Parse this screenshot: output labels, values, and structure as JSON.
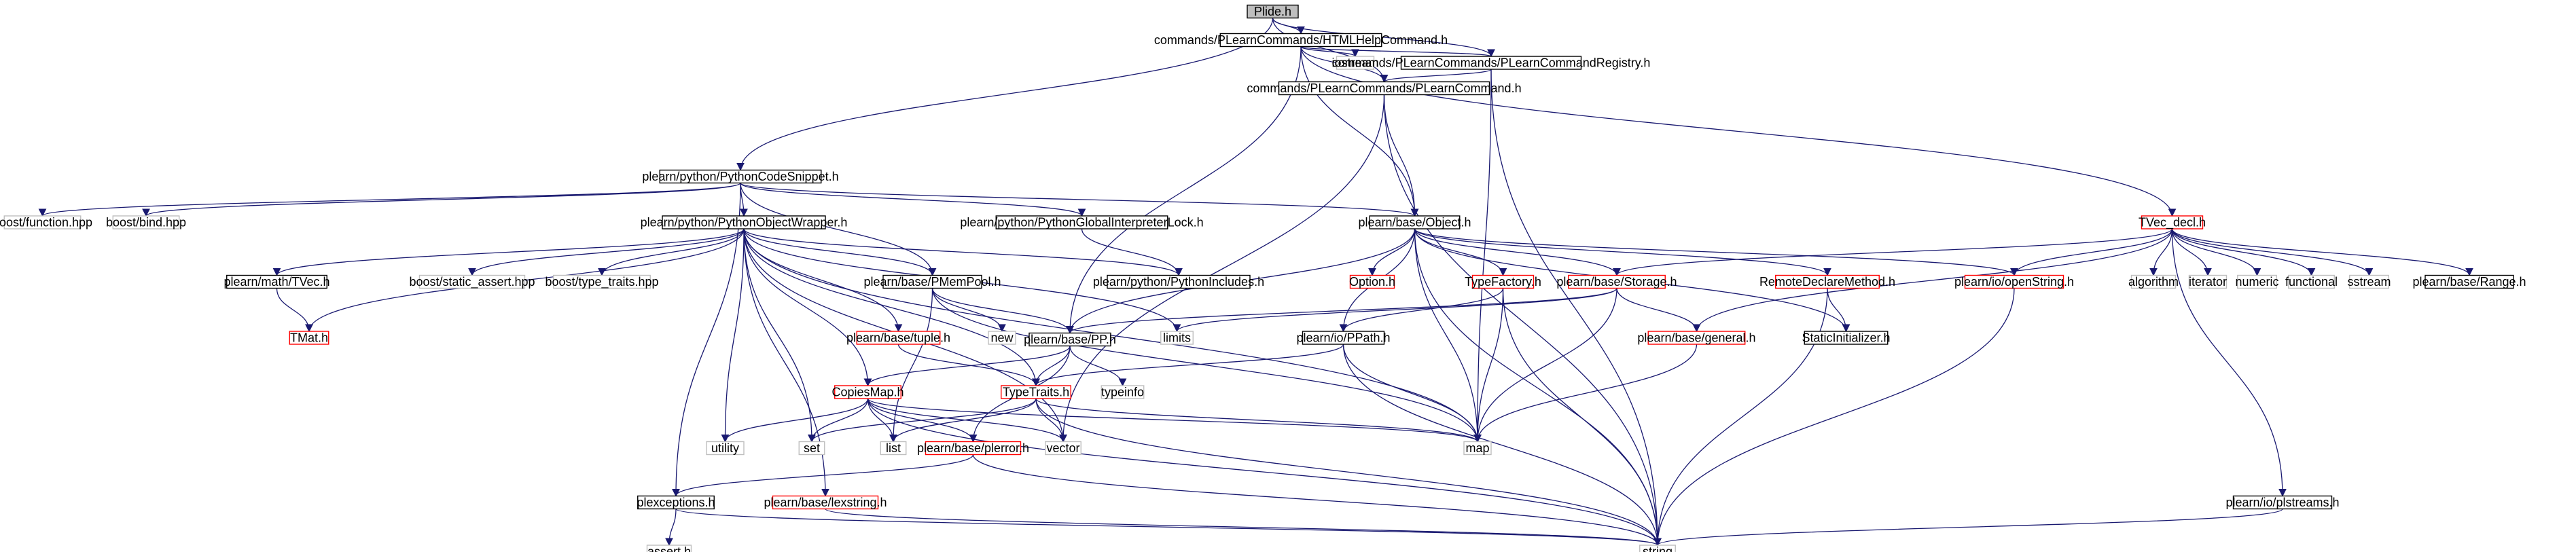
{
  "colors": {
    "edge": "#191970",
    "border_black": "#000000",
    "border_red": "#ff0000",
    "border_grey": "#bfbfbf",
    "root_fill": "#bfbfbf"
  },
  "nodes": [
    {
      "id": "plide",
      "label": "Plide.h",
      "style": "root"
    },
    {
      "id": "htmlhelp",
      "label": "commands/PLearnCommands/HTMLHelpCommand.h",
      "style": "black"
    },
    {
      "id": "pythoncodesnippet",
      "label": "plearn/python/PythonCodeSnippet.h",
      "style": "black"
    },
    {
      "id": "iostream",
      "label": "iostream",
      "style": "grey"
    },
    {
      "id": "cmdregistry",
      "label": "commands/PLearnCommands/PLearnCommandRegistry.h",
      "style": "black"
    },
    {
      "id": "plearncommand",
      "label": "commands/PLearnCommands/PLearnCommand.h",
      "style": "black"
    },
    {
      "id": "boostfunction",
      "label": "boost/function.hpp",
      "style": "grey"
    },
    {
      "id": "boostbind",
      "label": "boost/bind.hpp",
      "style": "grey"
    },
    {
      "id": "pyobjwrapper",
      "label": "plearn/python/PythonObjectWrapper.h",
      "style": "black"
    },
    {
      "id": "pygil",
      "label": "plearn/python/PythonGlobalInterpreterLock.h",
      "style": "black"
    },
    {
      "id": "object",
      "label": "plearn/base/Object.h",
      "style": "black"
    },
    {
      "id": "tvecdecl",
      "label": "TVec_decl.h",
      "style": "red"
    },
    {
      "id": "tvec",
      "label": "plearn/math/TVec.h",
      "style": "black"
    },
    {
      "id": "staticassert",
      "label": "boost/static_assert.hpp",
      "style": "grey"
    },
    {
      "id": "typetraitshpp",
      "label": "boost/type_traits.hpp",
      "style": "grey"
    },
    {
      "id": "pmempool",
      "label": "plearn/base/PMemPool.h",
      "style": "black"
    },
    {
      "id": "pyincludes",
      "label": "plearn/python/PythonIncludes.h",
      "style": "black"
    },
    {
      "id": "option",
      "label": "Option.h",
      "style": "red"
    },
    {
      "id": "typefactory",
      "label": "TypeFactory.h",
      "style": "red"
    },
    {
      "id": "storage",
      "label": "plearn/base/Storage.h",
      "style": "red"
    },
    {
      "id": "remotedeclare",
      "label": "RemoteDeclareMethod.h",
      "style": "red"
    },
    {
      "id": "openstring",
      "label": "plearn/io/openString.h",
      "style": "red"
    },
    {
      "id": "algorithm",
      "label": "algorithm",
      "style": "grey"
    },
    {
      "id": "iterator",
      "label": "iterator",
      "style": "grey"
    },
    {
      "id": "numeric",
      "label": "numeric",
      "style": "grey"
    },
    {
      "id": "functional",
      "label": "functional",
      "style": "grey"
    },
    {
      "id": "sstream",
      "label": "sstream",
      "style": "grey"
    },
    {
      "id": "range",
      "label": "plearn/base/Range.h",
      "style": "black"
    },
    {
      "id": "tmat",
      "label": "TMat.h",
      "style": "red"
    },
    {
      "id": "tuple",
      "label": "plearn/base/tuple.h",
      "style": "red"
    },
    {
      "id": "new",
      "label": "new",
      "style": "grey"
    },
    {
      "id": "limits",
      "label": "limits",
      "style": "grey"
    },
    {
      "id": "ppath",
      "label": "plearn/io/PPath.h",
      "style": "black"
    },
    {
      "id": "general",
      "label": "plearn/base/general.h",
      "style": "red"
    },
    {
      "id": "staticinit",
      "label": "StaticInitializer.h",
      "style": "black"
    },
    {
      "id": "pp",
      "label": "plearn/base/PP.h",
      "style": "black"
    },
    {
      "id": "copiesmap",
      "label": "CopiesMap.h",
      "style": "red"
    },
    {
      "id": "typetraits",
      "label": "TypeTraits.h",
      "style": "red"
    },
    {
      "id": "typeinfo",
      "label": "typeinfo",
      "style": "grey"
    },
    {
      "id": "utility",
      "label": "utility",
      "style": "grey"
    },
    {
      "id": "set",
      "label": "set",
      "style": "grey"
    },
    {
      "id": "list",
      "label": "list",
      "style": "grey"
    },
    {
      "id": "plerror",
      "label": "plearn/base/plerror.h",
      "style": "red"
    },
    {
      "id": "vector",
      "label": "vector",
      "style": "grey"
    },
    {
      "id": "map",
      "label": "map",
      "style": "grey"
    },
    {
      "id": "plexceptions",
      "label": "plexceptions.h",
      "style": "black"
    },
    {
      "id": "lexstring",
      "label": "plearn/base/lexstring.h",
      "style": "red"
    },
    {
      "id": "plstreams",
      "label": "plearn/io/plstreams.h",
      "style": "black"
    },
    {
      "id": "asserth",
      "label": "assert.h",
      "style": "grey"
    },
    {
      "id": "string",
      "label": "string",
      "style": "grey"
    }
  ],
  "edges": [
    [
      "plide",
      "htmlhelp"
    ],
    [
      "plide",
      "pythoncodesnippet"
    ],
    [
      "plide",
      "cmdregistry"
    ],
    [
      "plide",
      "plearncommand"
    ],
    [
      "htmlhelp",
      "iostream"
    ],
    [
      "htmlhelp",
      "cmdregistry"
    ],
    [
      "htmlhelp",
      "plearncommand"
    ],
    [
      "htmlhelp",
      "object"
    ],
    [
      "htmlhelp",
      "tvecdecl"
    ],
    [
      "htmlhelp",
      "pp"
    ],
    [
      "cmdregistry",
      "plearncommand"
    ],
    [
      "cmdregistry",
      "map"
    ],
    [
      "cmdregistry",
      "string"
    ],
    [
      "plearncommand",
      "object"
    ],
    [
      "plearncommand",
      "vector"
    ],
    [
      "plearncommand",
      "string"
    ],
    [
      "pythoncodesnippet",
      "boostfunction"
    ],
    [
      "pythoncodesnippet",
      "boostbind"
    ],
    [
      "pythoncodesnippet",
      "pyobjwrapper"
    ],
    [
      "pythoncodesnippet",
      "pygil"
    ],
    [
      "pythoncodesnippet",
      "object"
    ],
    [
      "pythoncodesnippet",
      "pmempool"
    ],
    [
      "pythoncodesnippet",
      "plexceptions"
    ],
    [
      "pygil",
      "pyincludes"
    ],
    [
      "pyobjwrapper",
      "tvec"
    ],
    [
      "pyobjwrapper",
      "staticassert"
    ],
    [
      "pyobjwrapper",
      "typetraitshpp"
    ],
    [
      "pyobjwrapper",
      "pmempool"
    ],
    [
      "pyobjwrapper",
      "pyincludes"
    ],
    [
      "pyobjwrapper",
      "tmat"
    ],
    [
      "pyobjwrapper",
      "tuple"
    ],
    [
      "pyobjwrapper",
      "copiesmap"
    ],
    [
      "pyobjwrapper",
      "typetraits"
    ],
    [
      "pyobjwrapper",
      "utility"
    ],
    [
      "pyobjwrapper",
      "set"
    ],
    [
      "pyobjwrapper",
      "vector"
    ],
    [
      "pyobjwrapper",
      "map"
    ],
    [
      "pyobjwrapper",
      "lexstring"
    ],
    [
      "pyobjwrapper",
      "limits"
    ],
    [
      "tvec",
      "tmat"
    ],
    [
      "pmempool",
      "new"
    ],
    [
      "pmempool",
      "pp"
    ],
    [
      "pmempool",
      "list"
    ],
    [
      "pmempool",
      "map"
    ],
    [
      "object",
      "option"
    ],
    [
      "object",
      "typefactory"
    ],
    [
      "object",
      "storage"
    ],
    [
      "object",
      "remotedeclare"
    ],
    [
      "object",
      "openstring"
    ],
    [
      "object",
      "ppath"
    ],
    [
      "object",
      "staticinit"
    ],
    [
      "object",
      "pp"
    ],
    [
      "object",
      "map"
    ],
    [
      "object",
      "string"
    ],
    [
      "tvecdecl",
      "storage"
    ],
    [
      "tvecdecl",
      "openstring"
    ],
    [
      "tvecdecl",
      "algorithm"
    ],
    [
      "tvecdecl",
      "iterator"
    ],
    [
      "tvecdecl",
      "numeric"
    ],
    [
      "tvecdecl",
      "functional"
    ],
    [
      "tvecdecl",
      "sstream"
    ],
    [
      "tvecdecl",
      "range"
    ],
    [
      "tvecdecl",
      "general"
    ],
    [
      "tvecdecl",
      "plstreams"
    ],
    [
      "typefactory",
      "map"
    ],
    [
      "typefactory",
      "ppath"
    ],
    [
      "typefactory",
      "string"
    ],
    [
      "storage",
      "limits"
    ],
    [
      "storage",
      "general"
    ],
    [
      "storage",
      "map"
    ],
    [
      "storage",
      "pp"
    ],
    [
      "remotedeclare",
      "staticinit"
    ],
    [
      "remotedeclare",
      "string"
    ],
    [
      "openstring",
      "string"
    ],
    [
      "general",
      "map"
    ],
    [
      "ppath",
      "typetraits"
    ],
    [
      "ppath",
      "map"
    ],
    [
      "ppath",
      "string"
    ],
    [
      "tuple",
      "typetraits"
    ],
    [
      "pp",
      "copiesmap"
    ],
    [
      "pp",
      "typetraits"
    ],
    [
      "pp",
      "typeinfo"
    ],
    [
      "pp",
      "plerror"
    ],
    [
      "copiesmap",
      "utility"
    ],
    [
      "copiesmap",
      "set"
    ],
    [
      "copiesmap",
      "list"
    ],
    [
      "copiesmap",
      "plerror"
    ],
    [
      "copiesmap",
      "vector"
    ],
    [
      "copiesmap",
      "map"
    ],
    [
      "copiesmap",
      "string"
    ],
    [
      "typetraits",
      "set"
    ],
    [
      "typetraits",
      "list"
    ],
    [
      "typetraits",
      "vector"
    ],
    [
      "typetraits",
      "map"
    ],
    [
      "typetraits",
      "string"
    ],
    [
      "plerror",
      "plexceptions"
    ],
    [
      "plerror",
      "string"
    ],
    [
      "plexceptions",
      "asserth"
    ],
    [
      "plexceptions",
      "string"
    ],
    [
      "lexstring",
      "string"
    ],
    [
      "plstreams",
      "string"
    ]
  ]
}
